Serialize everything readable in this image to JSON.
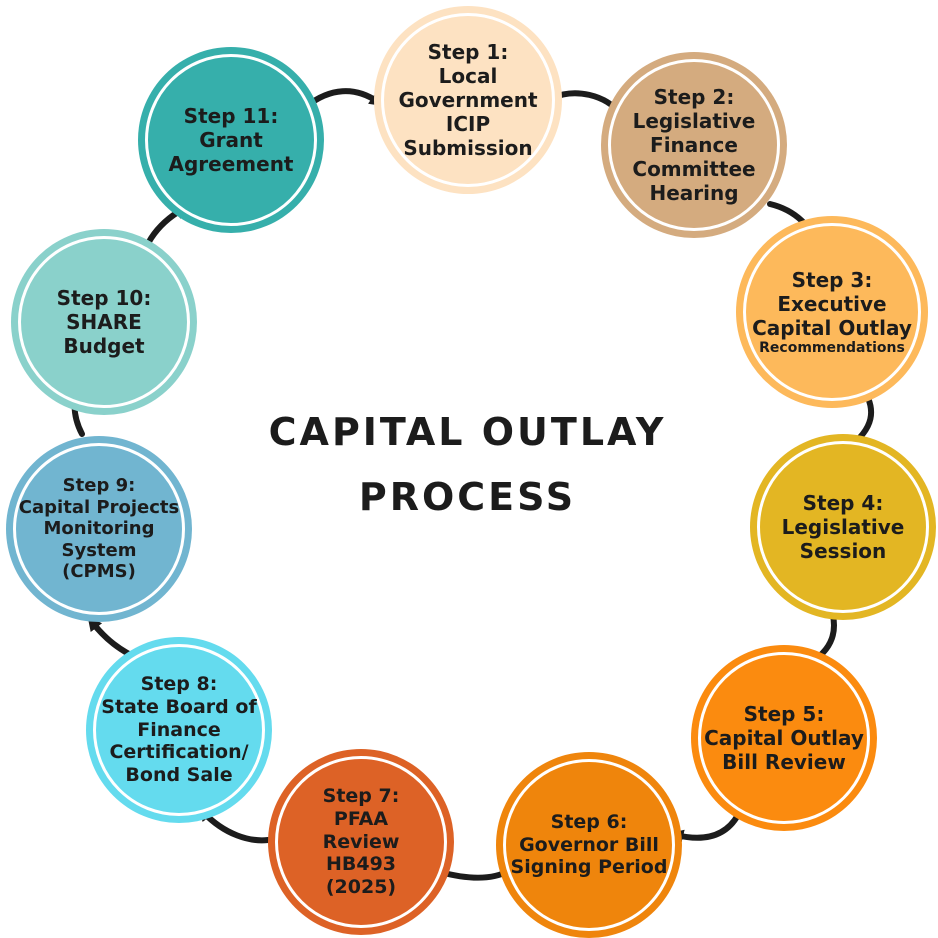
{
  "title": {
    "line1": "CAPITAL OUTLAY",
    "line2": "PROCESS"
  },
  "steps": [
    {
      "lines": [
        "Step 1:",
        "Local",
        "Government",
        "ICIP",
        "Submission"
      ],
      "color": "#fde2c2"
    },
    {
      "lines": [
        "Step 2:",
        "Legislative",
        "Finance",
        "Committee",
        "Hearing"
      ],
      "color": "#d4ab7f"
    },
    {
      "lines": [
        "Step 3:",
        "Executive",
        "Capital Outlay",
        "Recommendations"
      ],
      "color": "#fdb95b"
    },
    {
      "lines": [
        "Step 4:",
        "Legislative",
        "Session"
      ],
      "color": "#e3b623"
    },
    {
      "lines": [
        "Step 5:",
        "Capital Outlay",
        "Bill Review"
      ],
      "color": "#fb8b0f"
    },
    {
      "lines": [
        "Step 6:",
        "Governor Bill",
        "Signing Period"
      ],
      "color": "#ef850c"
    },
    {
      "lines": [
        "Step 7:",
        "PFAA",
        "Review",
        "HB493",
        "(2025)"
      ],
      "color": "#dd6226"
    },
    {
      "lines": [
        "Step 8:",
        "State Board of",
        "Finance",
        "Certification/",
        "Bond Sale"
      ],
      "color": "#64dbee"
    },
    {
      "lines": [
        "Step 9:",
        "Capital Projects",
        "Monitoring",
        "System",
        "(CPMS)"
      ],
      "color": "#71b5d0"
    },
    {
      "lines": [
        "Step 10:",
        "SHARE",
        "Budget"
      ],
      "color": "#8ad1cb"
    },
    {
      "lines": [
        "Step 11:",
        "Grant",
        "Agreement"
      ],
      "color": "#36afab"
    }
  ],
  "arrow_color": "#1c1c1c"
}
